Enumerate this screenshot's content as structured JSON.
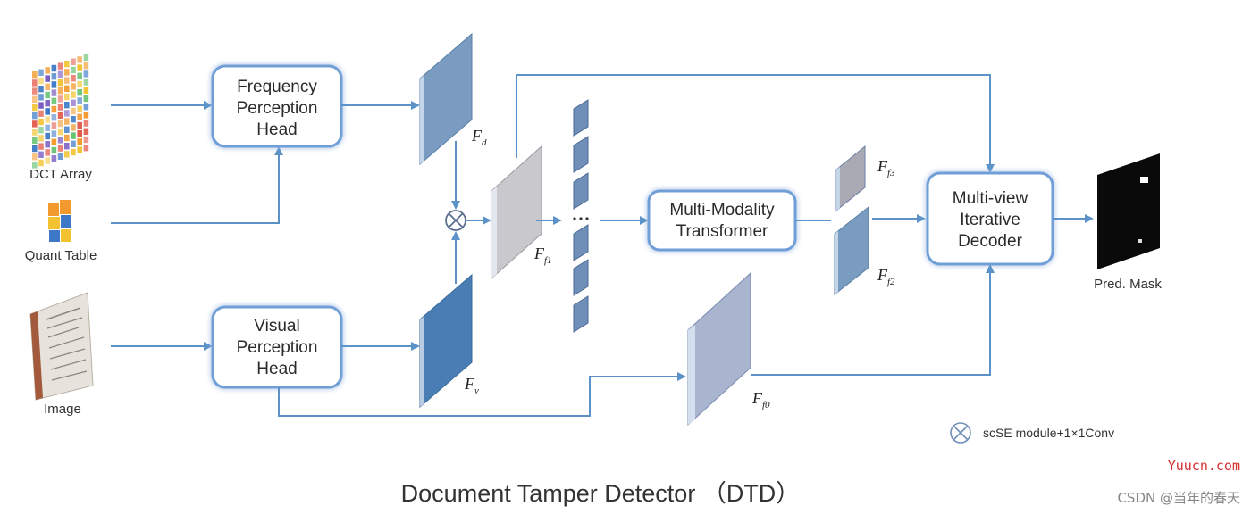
{
  "inputs": {
    "dct_array": "DCT Array",
    "quant_table": "Quant Table",
    "image": "Image"
  },
  "modules": {
    "frequency_head": [
      "Frequency",
      "Perception",
      "Head"
    ],
    "visual_head": [
      "Visual",
      "Perception",
      "Head"
    ],
    "transformer": [
      "Multi-Modality",
      "Transformer"
    ],
    "decoder": [
      "Multi-view",
      "Iterative",
      "Decoder"
    ]
  },
  "features": {
    "fd": {
      "main": "F",
      "sub": "d"
    },
    "fv": {
      "main": "F",
      "sub": "v"
    },
    "ff1": {
      "main": "F",
      "sub": "f1"
    },
    "ff0": {
      "main": "F",
      "sub": "f0"
    },
    "ff3": {
      "main": "F",
      "sub": "f3"
    },
    "ff2": {
      "main": "F",
      "sub": "f2"
    }
  },
  "output": {
    "label": "Pred. Mask"
  },
  "legend": {
    "text": "scSE module+1×1Conv"
  },
  "caption": "Document Tamper Detector （DTD）",
  "watermark": {
    "site": "Yuucn.com",
    "author": "CSDN @当年的春天"
  },
  "colors": {
    "arrow": "#5b93c8",
    "box_border": "#6f9fd8",
    "feature_fd": "#7a9cc0",
    "feature_fv": "#4a7db3",
    "feature_ff0": "#a9b5cf",
    "token": "#6f8fb8"
  }
}
